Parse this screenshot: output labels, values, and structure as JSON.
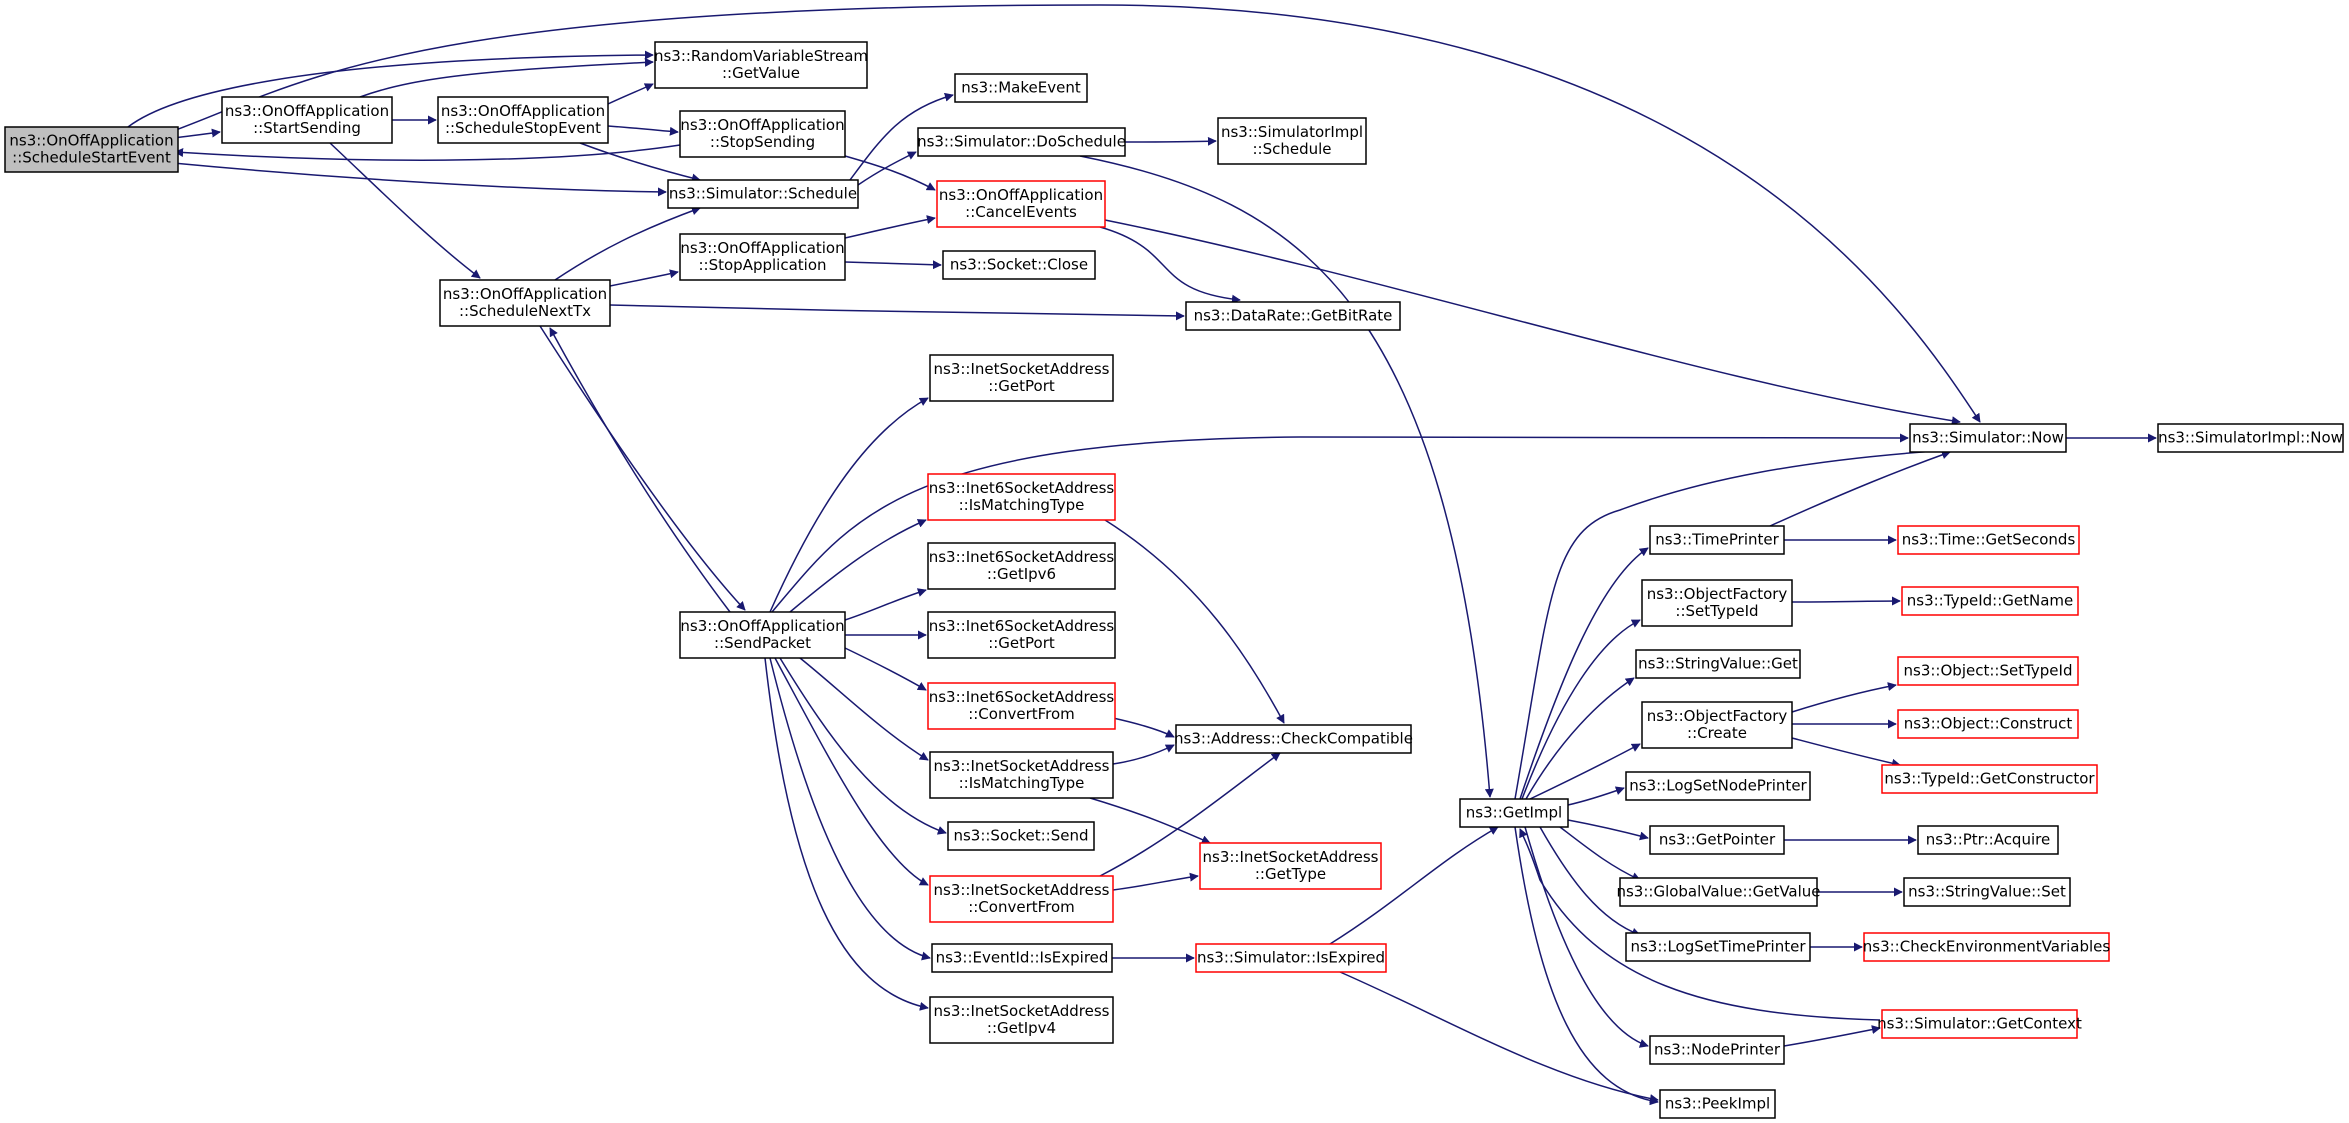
{
  "title": "",
  "colors": {
    "edge": "#191970",
    "node_border": "#000000",
    "undocumented_border": "#ff0000",
    "root_fill": "#bfbfbf"
  },
  "nodes": [
    {
      "id": "root",
      "lines": [
        "ns3::OnOffApplication",
        "::ScheduleStartEvent"
      ],
      "style": "root"
    },
    {
      "id": "startSending",
      "lines": [
        "ns3::OnOffApplication",
        "::StartSending"
      ],
      "style": "normal"
    },
    {
      "id": "scheduleStopEvent",
      "lines": [
        "ns3::OnOffApplication",
        "::ScheduleStopEvent"
      ],
      "style": "normal"
    },
    {
      "id": "rvsGetValue",
      "lines": [
        "ns3::RandomVariableStream",
        "::GetValue"
      ],
      "style": "normal"
    },
    {
      "id": "stopSending",
      "lines": [
        "ns3::OnOffApplication",
        "::StopSending"
      ],
      "style": "normal"
    },
    {
      "id": "simSchedule",
      "lines": [
        "ns3::Simulator::Schedule"
      ],
      "style": "normal"
    },
    {
      "id": "scheduleNextTx",
      "lines": [
        "ns3::OnOffApplication",
        "::ScheduleNextTx"
      ],
      "style": "normal"
    },
    {
      "id": "stopApplication",
      "lines": [
        "ns3::OnOffApplication",
        "::StopApplication"
      ],
      "style": "normal"
    },
    {
      "id": "makeEvent",
      "lines": [
        "ns3::MakeEvent"
      ],
      "style": "normal"
    },
    {
      "id": "doSchedule",
      "lines": [
        "ns3::Simulator::DoSchedule"
      ],
      "style": "normal"
    },
    {
      "id": "implSchedule",
      "lines": [
        "ns3::SimulatorImpl",
        "::Schedule"
      ],
      "style": "normal"
    },
    {
      "id": "cancelEvents",
      "lines": [
        "ns3::OnOffApplication",
        "::CancelEvents"
      ],
      "style": "red"
    },
    {
      "id": "socketClose",
      "lines": [
        "ns3::Socket::Close"
      ],
      "style": "normal"
    },
    {
      "id": "getBitRate",
      "lines": [
        "ns3::DataRate::GetBitRate"
      ],
      "style": "normal"
    },
    {
      "id": "inetGetPort",
      "lines": [
        "ns3::InetSocketAddress",
        "::GetPort"
      ],
      "style": "normal"
    },
    {
      "id": "simNow",
      "lines": [
        "ns3::Simulator::Now"
      ],
      "style": "normal"
    },
    {
      "id": "implNow",
      "lines": [
        "ns3::SimulatorImpl::Now"
      ],
      "style": "normal"
    },
    {
      "id": "inet6IsMatching",
      "lines": [
        "ns3::Inet6SocketAddress",
        "::IsMatchingType"
      ],
      "style": "red"
    },
    {
      "id": "inet6GetIpv6",
      "lines": [
        "ns3::Inet6SocketAddress",
        "::GetIpv6"
      ],
      "style": "normal"
    },
    {
      "id": "sendPacket",
      "lines": [
        "ns3::OnOffApplication",
        "::SendPacket"
      ],
      "style": "normal"
    },
    {
      "id": "inet6GetPort",
      "lines": [
        "ns3::Inet6SocketAddress",
        "::GetPort"
      ],
      "style": "normal"
    },
    {
      "id": "inet6ConvertFrom",
      "lines": [
        "ns3::Inet6SocketAddress",
        "::ConvertFrom"
      ],
      "style": "red"
    },
    {
      "id": "checkCompatible",
      "lines": [
        "ns3::Address::CheckCompatible"
      ],
      "style": "normal"
    },
    {
      "id": "inetIsMatching",
      "lines": [
        "ns3::InetSocketAddress",
        "::IsMatchingType"
      ],
      "style": "normal"
    },
    {
      "id": "socketSend",
      "lines": [
        "ns3::Socket::Send"
      ],
      "style": "normal"
    },
    {
      "id": "inetGetType",
      "lines": [
        "ns3::InetSocketAddress",
        "::GetType"
      ],
      "style": "red"
    },
    {
      "id": "inetConvertFrom",
      "lines": [
        "ns3::InetSocketAddress",
        "::ConvertFrom"
      ],
      "style": "red"
    },
    {
      "id": "eventIsExpired",
      "lines": [
        "ns3::EventId::IsExpired"
      ],
      "style": "normal"
    },
    {
      "id": "simIsExpired",
      "lines": [
        "ns3::Simulator::IsExpired"
      ],
      "style": "red"
    },
    {
      "id": "inetGetIpv4",
      "lines": [
        "ns3::InetSocketAddress",
        "::GetIpv4"
      ],
      "style": "normal"
    },
    {
      "id": "getImpl",
      "lines": [
        "ns3::GetImpl"
      ],
      "style": "normal"
    },
    {
      "id": "timePrinter",
      "lines": [
        "ns3::TimePrinter"
      ],
      "style": "normal"
    },
    {
      "id": "getSeconds",
      "lines": [
        "ns3::Time::GetSeconds"
      ],
      "style": "red"
    },
    {
      "id": "ofSetTypeId",
      "lines": [
        "ns3::ObjectFactory",
        "::SetTypeId"
      ],
      "style": "normal"
    },
    {
      "id": "typeIdGetName",
      "lines": [
        "ns3::TypeId::GetName"
      ],
      "style": "red"
    },
    {
      "id": "stringValueGet",
      "lines": [
        "ns3::StringValue::Get"
      ],
      "style": "normal"
    },
    {
      "id": "objSetTypeId",
      "lines": [
        "ns3::Object::SetTypeId"
      ],
      "style": "red"
    },
    {
      "id": "ofCreate",
      "lines": [
        "ns3::ObjectFactory",
        "::Create"
      ],
      "style": "normal"
    },
    {
      "id": "objConstruct",
      "lines": [
        "ns3::Object::Construct"
      ],
      "style": "red"
    },
    {
      "id": "typeIdGetConstructor",
      "lines": [
        "ns3::TypeId::GetConstructor"
      ],
      "style": "red"
    },
    {
      "id": "logSetNodePrinter",
      "lines": [
        "ns3::LogSetNodePrinter"
      ],
      "style": "normal"
    },
    {
      "id": "getPointer",
      "lines": [
        "ns3::GetPointer"
      ],
      "style": "normal"
    },
    {
      "id": "ptrAcquire",
      "lines": [
        "ns3::Ptr::Acquire"
      ],
      "style": "normal"
    },
    {
      "id": "gvGetValue",
      "lines": [
        "ns3::GlobalValue::GetValue"
      ],
      "style": "normal"
    },
    {
      "id": "stringValueSet",
      "lines": [
        "ns3::StringValue::Set"
      ],
      "style": "normal"
    },
    {
      "id": "logSetTimePrinter",
      "lines": [
        "ns3::LogSetTimePrinter"
      ],
      "style": "normal"
    },
    {
      "id": "checkEnvVars",
      "lines": [
        "ns3::CheckEnvironmentVariables"
      ],
      "style": "red"
    },
    {
      "id": "simGetContext",
      "lines": [
        "ns3::Simulator::GetContext"
      ],
      "style": "red"
    },
    {
      "id": "nodePrinter",
      "lines": [
        "ns3::NodePrinter"
      ],
      "style": "normal"
    },
    {
      "id": "peekImpl",
      "lines": [
        "ns3::PeekImpl"
      ],
      "style": "normal"
    }
  ]
}
